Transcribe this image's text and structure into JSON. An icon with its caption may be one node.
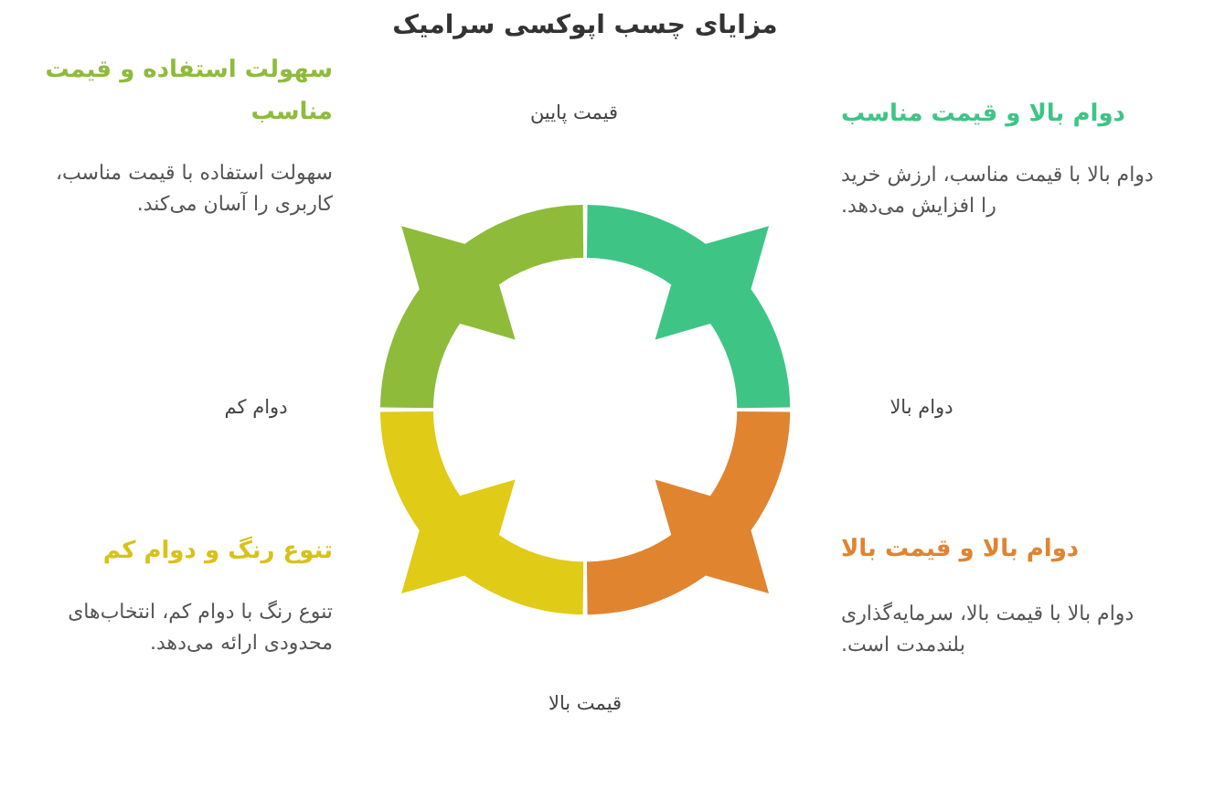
{
  "diagram": {
    "title": "مزایای چسب اپوکسی سرامیک",
    "nodes": [
      {
        "text": [],
        "shape": "arc",
        "beside": [
          "دوام بالا و قیمت مناسب",
          "دوام بالا با قیمت مناسب، ارزش خرید را افزایش می‌دهد."
        ]
      },
      {
        "text": [],
        "shape": "arc",
        "beside": [
          "سهولت استفاده و قیمت مناسب",
          "سهولت استفاده با قیمت مناسب، کاربری را آسان می‌کند."
        ]
      },
      {
        "text": [],
        "shape": "arc",
        "beside": [
          "دوام بالا و قیمت بالا",
          "دوام بالا با قیمت بالا، سرمایه‌گذاری بلندمدت است."
        ]
      },
      {
        "text": [],
        "shape": "arc",
        "beside": [
          "تنوع رنگ و دوام کم",
          "تنوع رنگ با دوام کم، انتخاب‌های محدودی ارائه می‌دهد."
        ]
      }
    ],
    "labels": [
      "قیمت پایین",
      "دوام بالا",
      "دوام کم",
      "قیمت بالا"
    ]
  }
}
